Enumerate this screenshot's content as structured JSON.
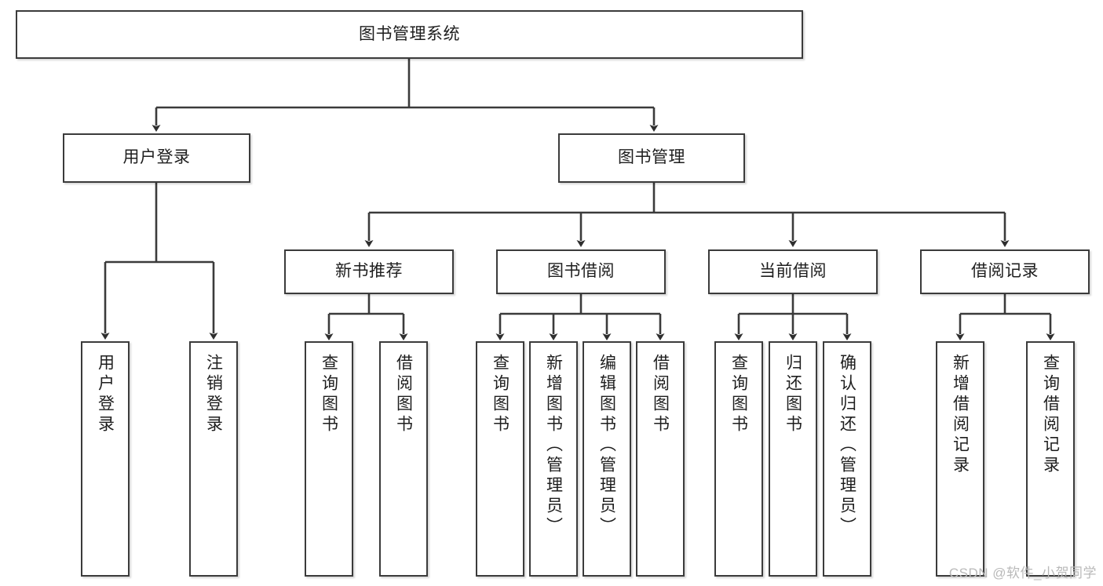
{
  "diagram": {
    "type": "tree-hierarchy",
    "title": "图书管理系统",
    "root": {
      "label": "图书管理系统"
    },
    "level2": [
      {
        "id": "user-login",
        "label": "用户登录"
      },
      {
        "id": "book-management",
        "label": "图书管理"
      }
    ],
    "level3": [
      {
        "id": "new-book-recommend",
        "label": "新书推荐",
        "parent": "book-management"
      },
      {
        "id": "book-borrow",
        "label": "图书借阅",
        "parent": "book-management"
      },
      {
        "id": "current-borrow",
        "label": "当前借阅",
        "parent": "book-management"
      },
      {
        "id": "borrow-record",
        "label": "借阅记录",
        "parent": "book-management"
      }
    ],
    "leaves": [
      {
        "id": "leaf-user-login",
        "label": "用户登录",
        "parent": "user-login"
      },
      {
        "id": "leaf-logout-login",
        "label": "注销登录",
        "parent": "user-login"
      },
      {
        "id": "leaf-query-book-1",
        "label": "查询图书",
        "parent": "new-book-recommend"
      },
      {
        "id": "leaf-borrow-book-1",
        "label": "借阅图书",
        "parent": "new-book-recommend"
      },
      {
        "id": "leaf-query-book-2",
        "label": "查询图书",
        "parent": "book-borrow"
      },
      {
        "id": "leaf-add-book",
        "label": "新增图书（管理员）",
        "parent": "book-borrow"
      },
      {
        "id": "leaf-edit-book",
        "label": "编辑图书（管理员）",
        "parent": "book-borrow"
      },
      {
        "id": "leaf-borrow-book-2",
        "label": "借阅图书",
        "parent": "book-borrow"
      },
      {
        "id": "leaf-query-book-3",
        "label": "查询图书",
        "parent": "current-borrow"
      },
      {
        "id": "leaf-return-book",
        "label": "归还图书",
        "parent": "current-borrow"
      },
      {
        "id": "leaf-confirm-return",
        "label": "确认归还（管理员）",
        "parent": "current-borrow"
      },
      {
        "id": "leaf-add-record",
        "label": "新增借阅记录",
        "parent": "borrow-record"
      },
      {
        "id": "leaf-query-record",
        "label": "查询借阅记录",
        "parent": "borrow-record"
      }
    ]
  },
  "watermark": {
    "text": "CSDN @软件_小贺同学"
  },
  "colors": {
    "stroke": "#3b3b3b",
    "text": "#1e1e1e",
    "background": "#ffffff",
    "watermark": "#b9b9b9"
  }
}
